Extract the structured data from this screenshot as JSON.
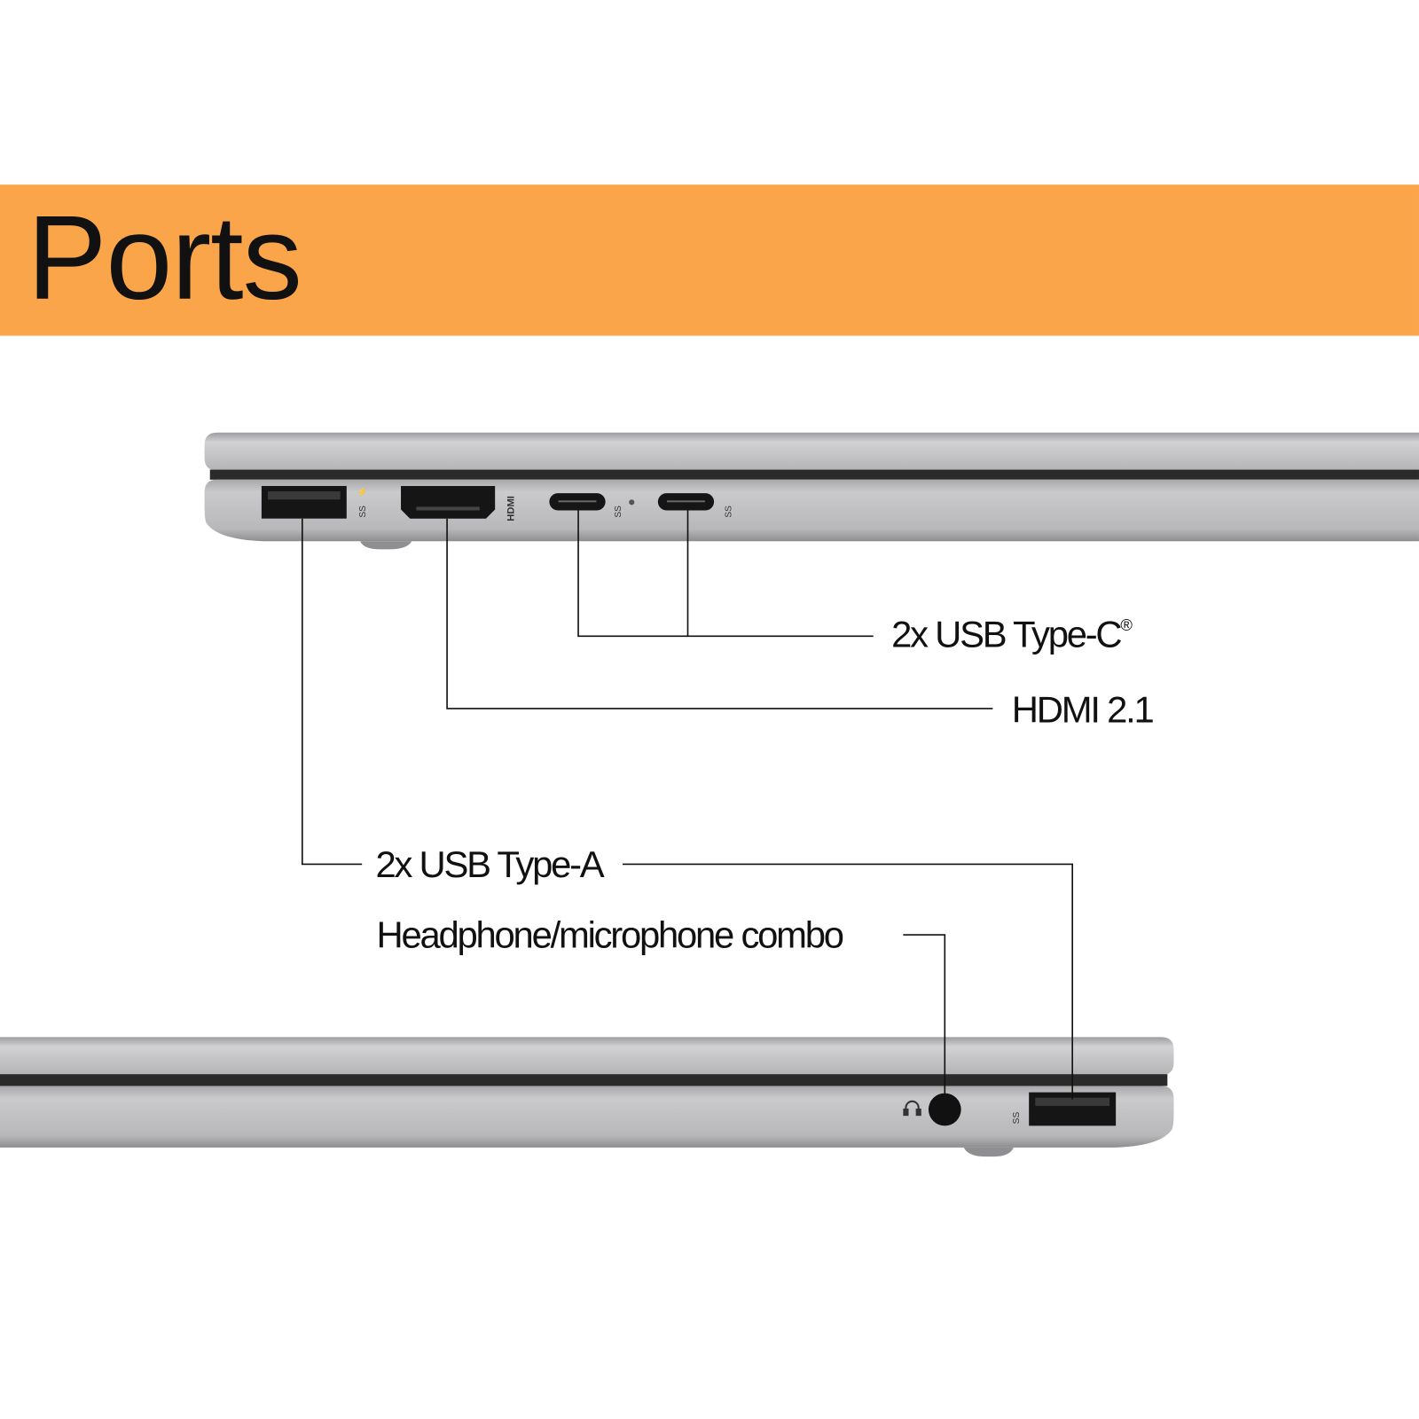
{
  "header": {
    "title": "Ports",
    "band_color": "#FBA54B"
  },
  "labels": {
    "usb_c": "2x USB Type-C",
    "usb_c_mark": "®",
    "hdmi": "HDMI 2.1",
    "usb_a": "2x USB Type-A",
    "audio": "Headphone/microphone combo"
  },
  "port_markings": {
    "hdmi": "HDMI",
    "superspeed": "SS"
  },
  "colors": {
    "chassis": "#BDBDBF",
    "chassis_dark": "#9A9A9C",
    "port": "#151515"
  },
  "icons": [
    "usb-superspeed-icon",
    "charging-bolt-icon",
    "hdmi-logo-icon",
    "headphone-icon"
  ]
}
